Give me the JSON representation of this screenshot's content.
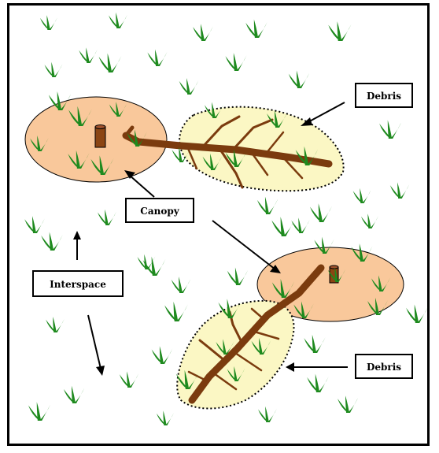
{
  "labels": {
    "debris_top": "Debris",
    "canopy": "Canopy",
    "interspace": "Interspace",
    "debris_bottom": "Debris"
  },
  "colors": {
    "canopy_fill": "#f9c89b",
    "debris_fill": "#fbf7c4",
    "branch": "#7b3b0e",
    "grass": "#1e8a1e",
    "stump": "#8b4513"
  },
  "icons": {
    "plant": "grass-tuft-icon",
    "stump": "tree-stump-icon"
  }
}
